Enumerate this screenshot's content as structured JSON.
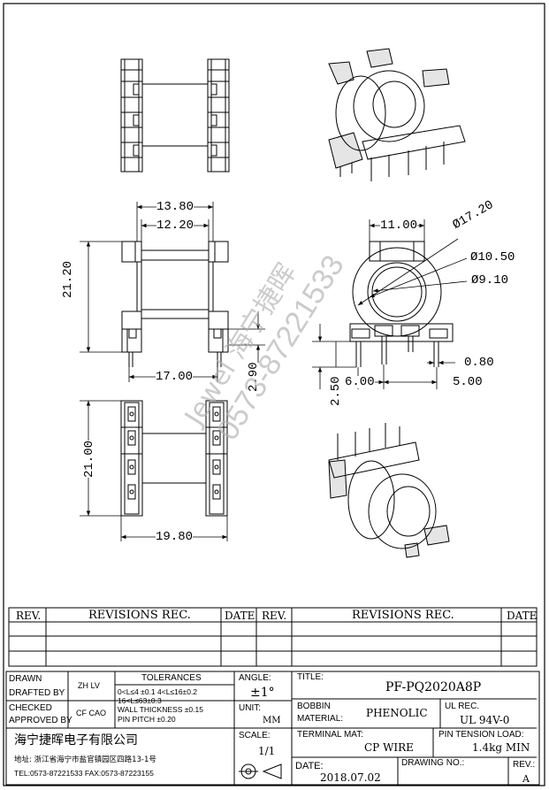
{
  "dimensions": {
    "top_width_outer": "13.80",
    "top_width_inner": "12.20",
    "height_left": "21.20",
    "pin_offset": "2.90",
    "span_17": "17.00",
    "height_bottom": "21.00",
    "width_bottom": "19.80",
    "center_width": "11.00",
    "dia_outer": "Ø17.20",
    "dia_mid": "Ø10.50",
    "dia_inner": "Ø9.10",
    "pin_thickness": "0.80",
    "pin_height": "2.50",
    "pitch_left": "6.00",
    "pitch_right": "5.00"
  },
  "watermark": {
    "name": "Jewel 海宁捷晖",
    "phone": "0573-87221533"
  },
  "revisions": {
    "rev_label": "REV.",
    "rec_label": "REVISIONS  REC.",
    "date_label": "DATE",
    "rev_label2": "REV.",
    "rec_label2": "REVISIONS  REC.",
    "date_label2": "DATE"
  },
  "titleblock": {
    "drawn": "DRAWN",
    "drafted_by": "DRAFTED BY",
    "drafter": "ZH LV",
    "checked": "CHECKED",
    "approved_by": "APPROVED BY",
    "checker": "CF CAO",
    "tolerances_label": "TOLERANCES",
    "tol_line1": "0<L≤4 ±0.1 4<L≤16±0.2",
    "tol_line2": "16<L≤63±0.3",
    "tol_line3": "WALL THICKNESS ±0.15",
    "tol_line4": "PIN PITCH ±0.20",
    "angle_label": "ANGLE:",
    "angle_value": "±1°",
    "unit_label": "UNIT:",
    "unit_value": "MM",
    "scale_label": "SCALE:",
    "scale_value": "1/1",
    "title_label": "TITLE:",
    "title_value": "PF-PQ2020A8P",
    "bobbin_label1": "BOBBIN",
    "bobbin_label2": "MATERIAL:",
    "bobbin_value": "PHENOLIC",
    "ul_label": "UL REC.",
    "ul_value": "UL 94V-0",
    "terminal_label": "TERMINAL MAT:",
    "terminal_value": "CP WIRE",
    "tension_label": "PIN TENSION LOAD:",
    "tension_value": "1.4kg MIN",
    "date_label": "DATE:",
    "date_value": "2018.07.02",
    "drawing_no_label": "DRAWING NO.:",
    "rev_label": "REV.:",
    "rev_value": "A",
    "company": "海宁捷晖电子有限公司",
    "address": "地址: 浙江省海宁市盐官镇园区四路13-1号",
    "contact": "TEL:0573-87221533 FAX:0573-87223155"
  }
}
